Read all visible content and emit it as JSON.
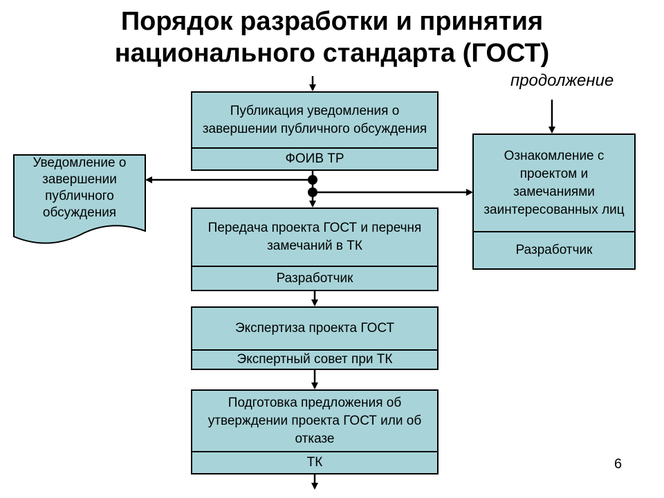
{
  "title": {
    "line1": "Порядок разработки и принятия",
    "line2": "национального стандарта (ГОСТ)"
  },
  "continuation_label": "продолжение",
  "steps": [
    {
      "main": "Публикация уведомления о завершении публичного обсуждения",
      "responsible": "ФОИВ ТР"
    },
    {
      "main": "Передача проекта ГОСТ и перечня замечаний в ТК",
      "responsible": "Разработчик"
    },
    {
      "main": "Экспертиза проекта ГОСТ",
      "responsible": "Экспертный совет при ТК"
    },
    {
      "main": "Подготовка предложения об утверждении проекта ГОСТ или об отказе",
      "responsible": "ТК"
    }
  ],
  "side_box": {
    "main": "Ознакомление с проектом и замечаниями заинтересованных лиц",
    "responsible": "Разработчик"
  },
  "document": {
    "text": "Уведомление о завершении публичного обсуждения"
  },
  "page_number": "6",
  "colors": {
    "box_fill": "#a8d4d9",
    "stroke": "#000000"
  }
}
